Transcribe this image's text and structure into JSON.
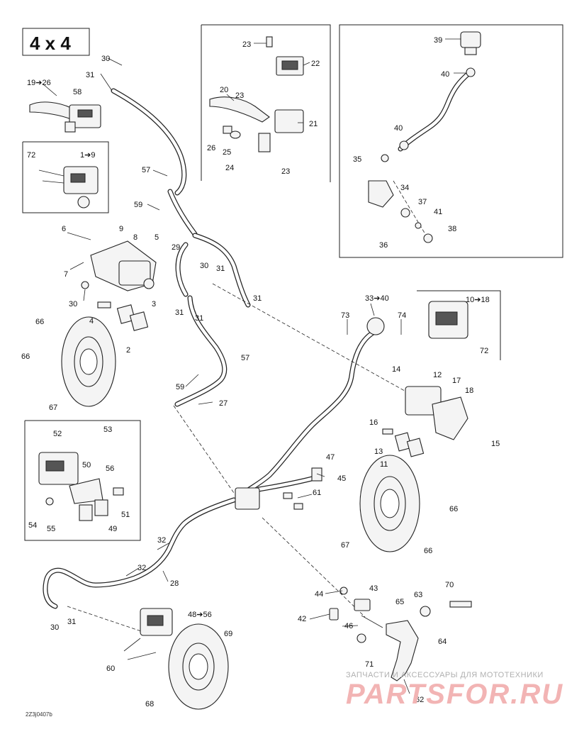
{
  "title": "4 x 4",
  "drawing_code": "2Z3j0407b",
  "watermark": {
    "line1": "ЗАПЧАСТИ И АКСЕССУАРЫ ДЛЯ МОТОТЕХНИКИ",
    "line2": "PARTSFOR.RU"
  },
  "callouts": {
    "c1": "30",
    "c2": "31",
    "c3": "19➔26",
    "c4": "58",
    "c5": "72",
    "c6": "1➔9",
    "c7": "23",
    "c8": "22",
    "c9": "20",
    "c10": "23",
    "c11": "21",
    "c12": "26",
    "c13": "25",
    "c14": "24",
    "c15": "23",
    "c16": "39",
    "c17": "40",
    "c18": "40",
    "c19": "35",
    "c20": "34",
    "c21": "37",
    "c22": "41",
    "c23": "38",
    "c24": "36",
    "c25": "57",
    "c26": "59",
    "c27": "6",
    "c28": "9",
    "c29": "8",
    "c30": "5",
    "c31": "7",
    "c32": "29",
    "c33": "30",
    "c34": "31",
    "c35": "30",
    "c36": "3",
    "c37": "31",
    "c38": "31",
    "c39": "31",
    "c40": "4",
    "c41": "66",
    "c42": "66",
    "c43": "2",
    "c44": "67",
    "c45": "33➔40",
    "c46": "73",
    "c47": "74",
    "c48": "10➔18",
    "c49": "72",
    "c50": "57",
    "c51": "59",
    "c52": "27",
    "c53": "14",
    "c54": "12",
    "c55": "17",
    "c56": "18",
    "c57": "16",
    "c58": "15",
    "c59": "13",
    "c60": "11",
    "c61": "52",
    "c62": "53",
    "c63": "50",
    "c64": "56",
    "c65": "54",
    "c66": "55",
    "c67": "51",
    "c68": "49",
    "c69": "47",
    "c70": "45",
    "c71": "61",
    "c72": "66",
    "c73": "67",
    "c74": "66",
    "c75": "32",
    "c76": "32",
    "c77": "28",
    "c78": "30",
    "c79": "31",
    "c80": "48➔56",
    "c81": "60",
    "c82": "69",
    "c83": "68",
    "c84": "44",
    "c85": "43",
    "c86": "42",
    "c87": "46",
    "c88": "71",
    "c89": "65",
    "c90": "63",
    "c91": "70",
    "c92": "64",
    "c93": "62"
  }
}
